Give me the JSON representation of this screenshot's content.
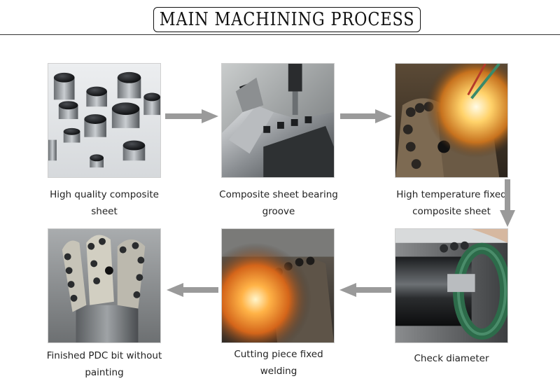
{
  "title": "MAIN MACHINING PROCESS",
  "steps": [
    {
      "caption_line1": "High quality composite",
      "caption_line2": "sheet"
    },
    {
      "caption_line1": "Composite sheet bearing",
      "caption_line2": "groove"
    },
    {
      "caption_line1": "High temperature fixed",
      "caption_line2": "composite sheet"
    },
    {
      "caption_line1": "Check diameter",
      "caption_line2": ""
    },
    {
      "caption_line1": "Cutting piece fixed",
      "caption_line2": "welding"
    },
    {
      "caption_line1": "Finished PDC bit without",
      "caption_line2": "painting"
    }
  ],
  "colors": {
    "arrow": "#9a9a9a",
    "text": "#222222"
  },
  "icons": [
    "arrow-right-icon",
    "arrow-down-icon",
    "arrow-left-icon"
  ]
}
